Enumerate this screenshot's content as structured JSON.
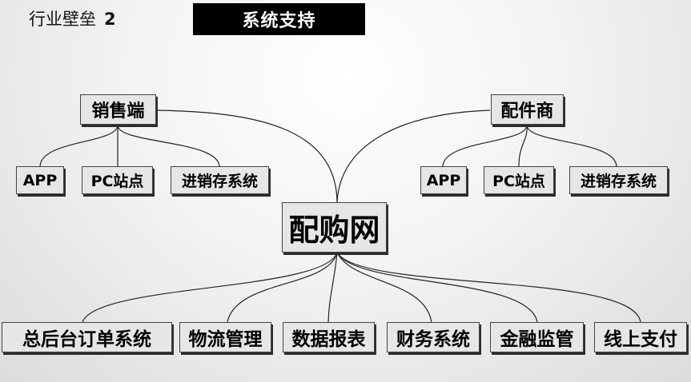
{
  "header": {
    "heading": "行业壁垒",
    "heading_num": "2",
    "banner": "系统支持"
  },
  "center": {
    "label": "配购网"
  },
  "sales_side": {
    "label": "销售端",
    "children": [
      "APP",
      "PC站点",
      "进销存系统"
    ]
  },
  "supplier_side": {
    "label": "配件商",
    "children": [
      "APP",
      "PC站点",
      "进销存系统"
    ]
  },
  "backend_systems": [
    "总后台订单系统",
    "物流管理",
    "数据报表",
    "财务系统",
    "金融监管",
    "线上支付"
  ],
  "colors": {
    "banner_bg": "#000000",
    "banner_text": "#ffffff",
    "node_fill": "#e6e6e6",
    "connector": "#222222"
  }
}
